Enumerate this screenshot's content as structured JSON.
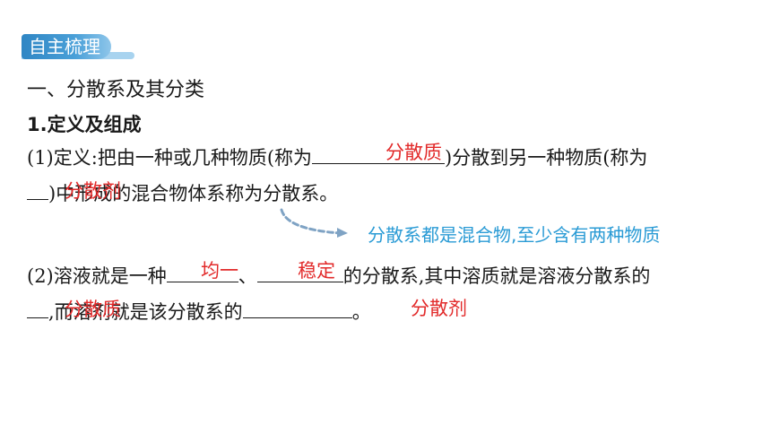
{
  "badge": "自主梳理",
  "heading1": "一、分散系及其分类",
  "heading2": "1.定义及组成",
  "line3": {
    "part1": "(1)定义:把由一种或几种物质(称为",
    "part2": ")分散到另一种物质(称为"
  },
  "line4": {
    "part1": ")中形成的混合物体系称为分散系。"
  },
  "note": "分散系都是混合物,至少含有两种物质",
  "line5": {
    "part1": "(2)溶液就是一种",
    "part2": "、",
    "part3": "的分散系,其中溶质就是溶液分散系的"
  },
  "line6": {
    "part1": ",而溶剂就是该分散系的",
    "part2": "。"
  },
  "answers": {
    "a1": "分散质",
    "a2": "分散剂",
    "a3": "均一",
    "a4": "稳定",
    "a5": "分散质",
    "a6": "分散剂"
  },
  "colors": {
    "badge": "#2f86c4",
    "answer": "#e22a2a",
    "note": "#2a9bd5"
  }
}
